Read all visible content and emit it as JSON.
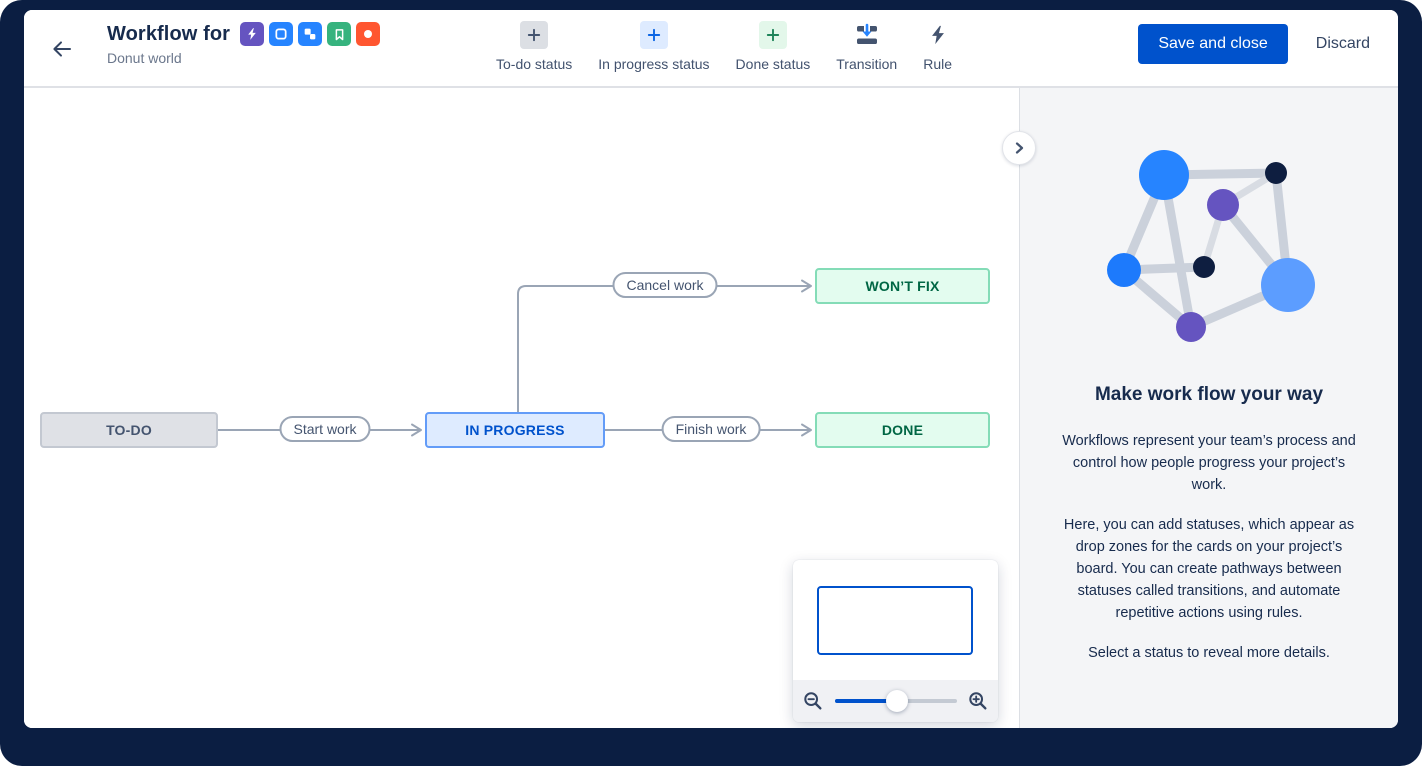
{
  "header": {
    "title": "Workflow for",
    "subtitle": "Donut world",
    "project_icons": [
      {
        "name": "bolt-icon",
        "color": "#6554C0"
      },
      {
        "name": "square-icon",
        "color": "#2684FF"
      },
      {
        "name": "subtask-icon",
        "color": "#2684FF"
      },
      {
        "name": "bookmark-icon",
        "color": "#36B37E"
      },
      {
        "name": "circle-icon",
        "color": "#FF5630"
      }
    ]
  },
  "toolbar": {
    "items": [
      {
        "label": "To-do status",
        "icon": "plus-icon"
      },
      {
        "label": "In progress status",
        "icon": "plus-icon"
      },
      {
        "label": "Done status",
        "icon": "plus-icon"
      },
      {
        "label": "Transition",
        "icon": "transition-icon"
      },
      {
        "label": "Rule",
        "icon": "lightning-icon"
      }
    ]
  },
  "actions": {
    "save_label": "Save and close",
    "discard_label": "Discard"
  },
  "workflow": {
    "statuses": [
      {
        "label": "TO-DO",
        "category": "todo"
      },
      {
        "label": "IN PROGRESS",
        "category": "in-progress"
      },
      {
        "label": "DONE",
        "category": "done"
      },
      {
        "label": "WON’T FIX",
        "category": "done"
      }
    ],
    "transitions": [
      {
        "label": "Start work",
        "from": "TO-DO",
        "to": "IN PROGRESS"
      },
      {
        "label": "Finish work",
        "from": "IN PROGRESS",
        "to": "DONE"
      },
      {
        "label": "Cancel work",
        "from": "IN PROGRESS",
        "to": "WON’T FIX"
      }
    ]
  },
  "minimap": {
    "slider_position": 0.51
  },
  "panel": {
    "heading": "Make work flow your way",
    "paragraphs": [
      "Workflows represent your team’s process and control how people progress your project’s work.",
      "Here, you can add statuses, which appear as drop zones for the cards on your project’s board. You can create pathways between statuses called transitions, and automate repetitive actions using rules.",
      "Select a status to reveal more details."
    ]
  },
  "colors": {
    "brand_blue": "#0052CC",
    "navy_text": "#172B4D",
    "frame_navy": "#0B1E42",
    "todo_gray": "#DFE1E6",
    "inprogress_blue": "#DEEBFF",
    "done_green": "#E3FCEF",
    "panel_bg": "#F4F5F7",
    "line_gray": "#9AA5B5"
  }
}
